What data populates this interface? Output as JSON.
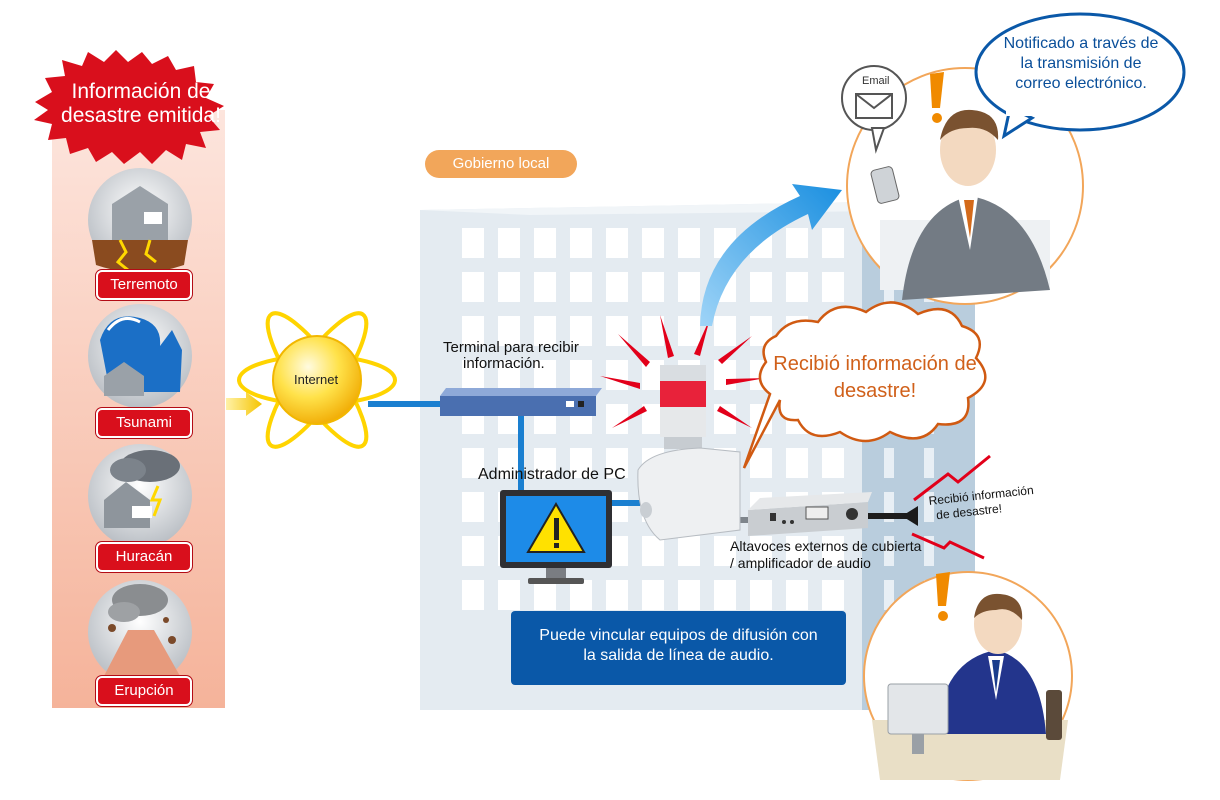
{
  "alert_title": {
    "line1": "Información de",
    "line2": "desastre emitida!"
  },
  "hazards": [
    {
      "label": "Terremoto",
      "icon": "earthquake-icon"
    },
    {
      "label": "Tsunami",
      "icon": "tsunami-icon"
    },
    {
      "label": "Huracán",
      "icon": "hurricane-icon"
    },
    {
      "label": "Erupción",
      "icon": "eruption-icon"
    }
  ],
  "internet_label": "Internet",
  "gobierno_label": "Gobierno local",
  "terminal_label": {
    "line1": "Terminal para recibir",
    "line2": "información."
  },
  "pc_label": "Administrador de PC",
  "speech_bubble": {
    "line1": "Recibió información de",
    "line2": "desastre!"
  },
  "email_bubble": {
    "line1": "Notificado a través de",
    "line2": "la transmisión de",
    "line3": "correo electrónico."
  },
  "email_icon_label": "Email",
  "speaker_text": {
    "line1": "Recibió información",
    "line2": "de desastre!"
  },
  "amplifier_label": {
    "line1": "Altavoces externos de cubierta",
    "line2": "/ amplificador de audio"
  },
  "info_box": {
    "line1": "Puede vincular equipos de difusión con",
    "line2": "la salida de línea de audio."
  },
  "colors": {
    "hazard_red": "#d90f1c",
    "info_blue": "#0a58a8",
    "arrow_blue": "#1a8fe0",
    "orange_tag": "#f2a65a",
    "speech_text": "#d0601a"
  }
}
